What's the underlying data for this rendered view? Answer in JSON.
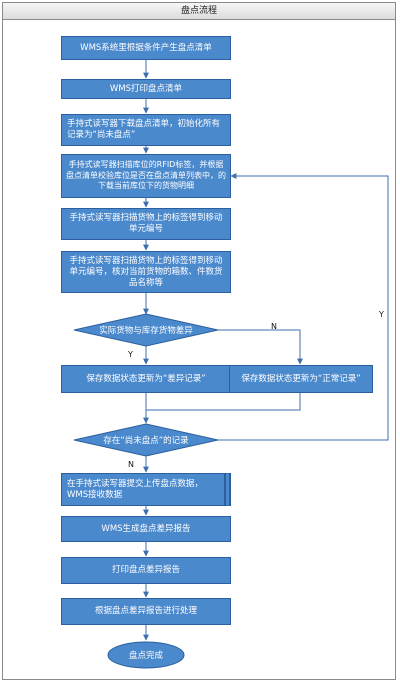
{
  "title": "盘点流程",
  "steps": {
    "s1": "WMS系统里根据条件产生盘点清单",
    "s2": "WMS打印盘点清单",
    "s3": "手持式读写器下载盘点清单，初始化所有记录为“尚未盘点”",
    "s4": "手持式读写器扫描库位的RFID标签，并根据盘点清单校验库位是否在盘点清单列表中，的下载当前库位下的货物明细",
    "s5": "手持式读写器扫描货物上的标签得到移动单元编号",
    "s6": "手持式读写器扫描货物上的标签得到移动单元编号，核对当前货物的箱数、件数货品名称等",
    "d1": "实际货物与库存货物差异",
    "s7a": "保存数据状态更新为“差异记录”",
    "s7b": "保存数据状态更新为“正常记录”",
    "d2": "存在“尚未盘点”的记录",
    "s8": "在手持式读写器提交上传盘点数据，WMS接收数据",
    "s9": "WMS生成盘点差异报告",
    "s10": "打印盘点差异报告",
    "s11": "根据盘点差异报告进行处理",
    "end": "盘点完成"
  },
  "labels": {
    "d1_yes": "Y",
    "d1_no": "N",
    "d2_yes": "Y",
    "d2_no": "N"
  },
  "colors": {
    "box_fill": "#4b89cd",
    "box_border": "#2b5f9d",
    "arrow": "#3d6fb0"
  }
}
